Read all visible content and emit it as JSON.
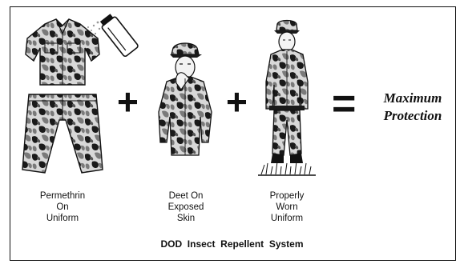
{
  "figures": [
    {
      "caption": [
        "Permethrin",
        "On",
        "Uniform"
      ]
    },
    {
      "caption": [
        "Deet On",
        "Exposed",
        "Skin"
      ]
    },
    {
      "caption": [
        "Properly",
        "Worn",
        "Uniform"
      ]
    }
  ],
  "operators": {
    "plus_1": "+",
    "plus_2": "+",
    "equals": "="
  },
  "result": {
    "line_1": "Maximum",
    "line_2": "Protection"
  },
  "system_title": "DOD  Insect  Repellent  System",
  "colors": {
    "ink": "#111111",
    "camo_dark": "#1a1a1a",
    "camo_mid": "#7a7a7a",
    "camo_light": "#d8d8d8"
  },
  "icons": {
    "figure_1": "camouflage-jacket-pants-spray-can-icon",
    "figure_2": "soldier-applying-repellent-icon",
    "figure_3": "soldier-standing-uniform-icon"
  }
}
